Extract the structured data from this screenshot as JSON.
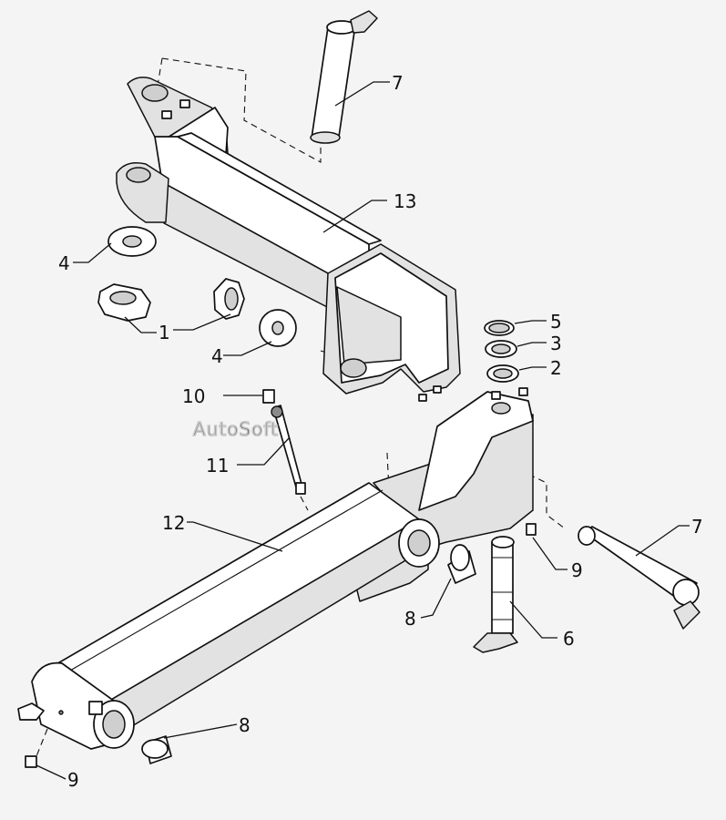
{
  "diagram": {
    "watermark": "AutoSoft",
    "callouts": [
      {
        "id": "callout-7-top",
        "label": "7"
      },
      {
        "id": "callout-13",
        "label": "13"
      },
      {
        "id": "callout-4-left",
        "label": "4"
      },
      {
        "id": "callout-1",
        "label": "1"
      },
      {
        "id": "callout-4-mid",
        "label": "4"
      },
      {
        "id": "callout-5",
        "label": "5"
      },
      {
        "id": "callout-3",
        "label": "3"
      },
      {
        "id": "callout-2",
        "label": "2"
      },
      {
        "id": "callout-10",
        "label": "10"
      },
      {
        "id": "callout-11",
        "label": "11"
      },
      {
        "id": "callout-12",
        "label": "12"
      },
      {
        "id": "callout-7-right",
        "label": "7"
      },
      {
        "id": "callout-9-right",
        "label": "9"
      },
      {
        "id": "callout-8-mid",
        "label": "8"
      },
      {
        "id": "callout-6",
        "label": "6"
      },
      {
        "id": "callout-8-bottom",
        "label": "8"
      },
      {
        "id": "callout-9-bottom",
        "label": "9"
      }
    ]
  }
}
